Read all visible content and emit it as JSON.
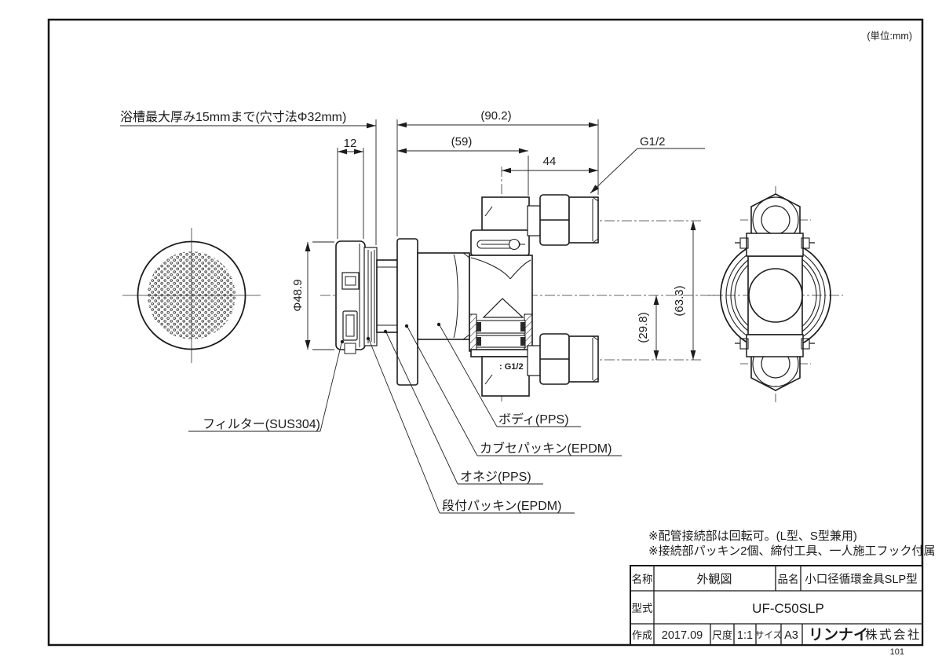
{
  "page": {
    "number": "101",
    "units_note": "(単位:mm)"
  },
  "annotations": {
    "top_note": "浴槽最大厚み15mmまで(穴寸法Φ32mm)",
    "dim_12": "12",
    "dim_90_2": "(90.2)",
    "dim_59": "(59)",
    "dim_44": "44",
    "dim_g12": "G1/2",
    "dim_dia": "Φ48.9",
    "dim_63_3": "(63.3)",
    "dim_29_8": "(29.8)",
    "body_stamp": ": G1/2"
  },
  "callouts": {
    "filter": "フィルター(SUS304)",
    "body": "ボディ(PPS)",
    "cover_packing": "カブセパッキン(EPDM)",
    "male_thread": "オネジ(PPS)",
    "stepped_packing": "段付パッキン(EPDM)"
  },
  "notes": {
    "line1": "※配管接続部は回転可。(L型、S型兼用)",
    "line2": "※接続部パッキン2個、締付工具、一人施工フック付属"
  },
  "title_block": {
    "name_label": "名称",
    "name_value": "外観図",
    "product_label": "品名",
    "product_value": "小口径循環金具SLP型",
    "model_label": "型式",
    "model_value": "UF-C50SLP",
    "created_label": "作成",
    "created_value": "2017.09",
    "scale_label": "尺度",
    "scale_value": "1:1",
    "size_label": "サイズ",
    "size_value": "A3",
    "company_brand": "リンナイ",
    "company_suffix": "株式会社"
  }
}
